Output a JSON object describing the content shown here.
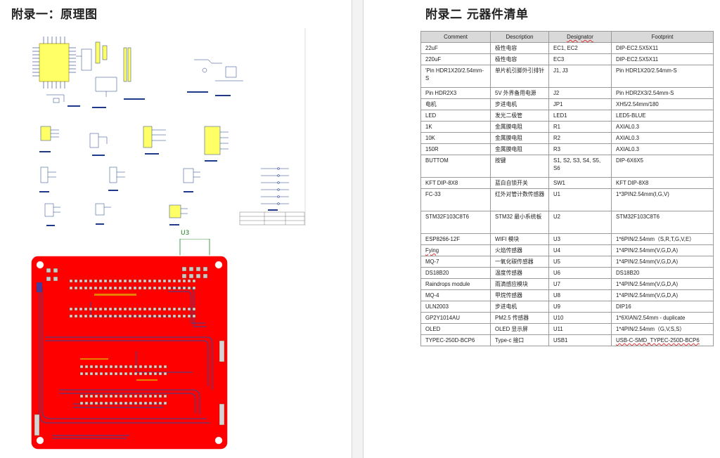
{
  "left_page": {
    "title": "附录一：原理图",
    "pcb_label": "U3"
  },
  "right_page": {
    "title": "附录二  元器件清单",
    "table": {
      "headers": [
        "Comment",
        "Description",
        "Designator",
        "Footprint"
      ],
      "rows": [
        {
          "comment": "22uF",
          "description": "极性电容",
          "designator": "EC1, EC2",
          "footprint": "DIP-EC2.5X5X11"
        },
        {
          "comment": "220uF",
          "description": "极性电容",
          "designator": "EC3",
          "footprint": "DIP-EC2.5X5X11"
        },
        {
          "comment": "'Pin HDR1X20/2.54mm-S",
          "description": "单片机引脚外引排针",
          "designator": "J1, J3",
          "footprint": "Pin HDR1X20/2.54mm-S"
        },
        {
          "comment": "Pin HDR2X3",
          "description": "5V 外界备用电源",
          "designator": "J2",
          "footprint": "Pin HDR2X3/2.54mm-S"
        },
        {
          "comment": "电机",
          "description": "步进电机",
          "designator": "JP1",
          "footprint": "XH5/2.54mm/180"
        },
        {
          "comment": "LED",
          "description": "发光二极管",
          "designator": "LED1",
          "footprint": "LED5-BLUE"
        },
        {
          "comment": "1K",
          "description": "金属膜电阻",
          "designator": "R1",
          "footprint": "AXIAL0.3"
        },
        {
          "comment": "10K",
          "description": "金属膜电阻",
          "designator": "R2",
          "footprint": "AXIAL0.3"
        },
        {
          "comment": "150R",
          "description": "金属膜电阻",
          "designator": "R3",
          "footprint": "AXIAL0.3"
        },
        {
          "comment": "BUTTOM",
          "description": "按键",
          "designator": "S1, S2, S3, S4, S5, S6",
          "footprint": "DIP-6X6X5"
        },
        {
          "comment": "KFT DIP-8X8",
          "description": "蓝白自锁开关",
          "designator": "SW1",
          "footprint": "KFT DIP-8X8"
        },
        {
          "comment": "FC-33",
          "description": "红外对管计数传感器",
          "designator": "U1",
          "footprint": "1*3PIN2.54mm(I,G,V)"
        },
        {
          "comment": "STM32F103C8T6",
          "description": "STM32 最小系统板",
          "designator": "U2",
          "footprint": "STM32F103C8T6"
        },
        {
          "comment": "ESP8266-12F",
          "description": "WIFI 模块",
          "designator": "U3",
          "footprint": "1*6PIN/2.54mm（S,R,T,G,V,E）"
        },
        {
          "comment": "Fying",
          "description": "火焰传感器",
          "designator": "U4",
          "footprint": "1*4PIN/2.54mm(V,G,D,A)"
        },
        {
          "comment": "MQ-7",
          "description": "一氧化碳传感器",
          "designator": "U5",
          "footprint": "1*4PIN/2.54mm(V,G,D,A)"
        },
        {
          "comment": "DS18B20",
          "description": "温度传感器",
          "designator": "U6",
          "footprint": "DS18B20"
        },
        {
          "comment": "Raindrops module",
          "description": "雨滴感应模块",
          "designator": "U7",
          "footprint": "1*4PIN/2.54mm(V,G,D,A)"
        },
        {
          "comment": "MQ-4",
          "description": "甲烷传感器",
          "designator": "U8",
          "footprint": "1*4PIN/2.54mm(V,G,D,A)"
        },
        {
          "comment": "ULN2003",
          "description": "步进电机",
          "designator": "U9",
          "footprint": "DIP16"
        },
        {
          "comment": "GP2Y1014AU",
          "description": "PM2.5 传感器",
          "designator": "U10",
          "footprint": "1*6XIAN/2.54mm - duplicate"
        },
        {
          "comment": "OLED",
          "description": "OLED 显示屏",
          "designator": "U11",
          "footprint": "1*4PIN/2.54mm（G,V,S,S）"
        },
        {
          "comment": "TYPEC-250D-BCP6",
          "description": "Type-c 接口",
          "designator": "USB1",
          "footprint": "USB-C-SMD_TYPEC-250D-BCP6"
        }
      ]
    }
  },
  "colors": {
    "pcb_copper": "#ff0000",
    "pcb_trace": "#5a3a7a",
    "schematic_line": "#1f3a8a",
    "ic_fill": "#ffff66",
    "header_fill": "#d9d9d9"
  }
}
